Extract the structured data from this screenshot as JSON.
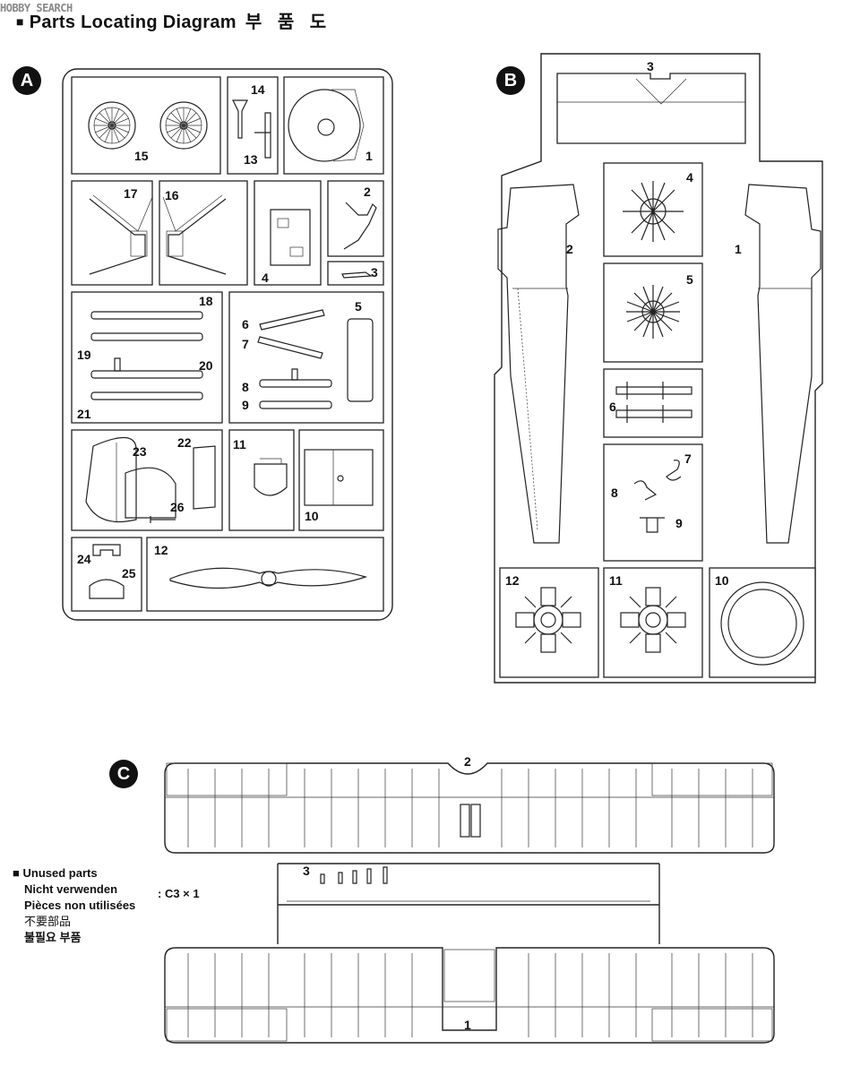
{
  "watermark": "HOBBY SEARCH",
  "header": {
    "bullet": "■",
    "title": "Parts Locating Diagram",
    "title_ko": "부 품 도"
  },
  "sprues": {
    "A": {
      "label": "A",
      "parts": [
        "15",
        "14",
        "13",
        "1",
        "17",
        "16",
        "4",
        "2",
        "3",
        "18",
        "19",
        "20",
        "21",
        "6",
        "7",
        "5",
        "8",
        "9",
        "23",
        "22",
        "26",
        "11",
        "10",
        "24",
        "25",
        "12"
      ]
    },
    "B": {
      "label": "B",
      "parts": [
        "3",
        "4",
        "2",
        "1",
        "5",
        "6",
        "7",
        "8",
        "9",
        "12",
        "11",
        "10"
      ]
    },
    "C": {
      "label": "C",
      "parts": [
        "2",
        "3",
        "1"
      ]
    }
  },
  "unused": {
    "bullet": "■",
    "lines": [
      "Unused parts",
      "Nicht verwenden",
      "Pièces non utilisées",
      "不要部品",
      "불필요 부품"
    ],
    "value": ":  C3 × 1"
  }
}
